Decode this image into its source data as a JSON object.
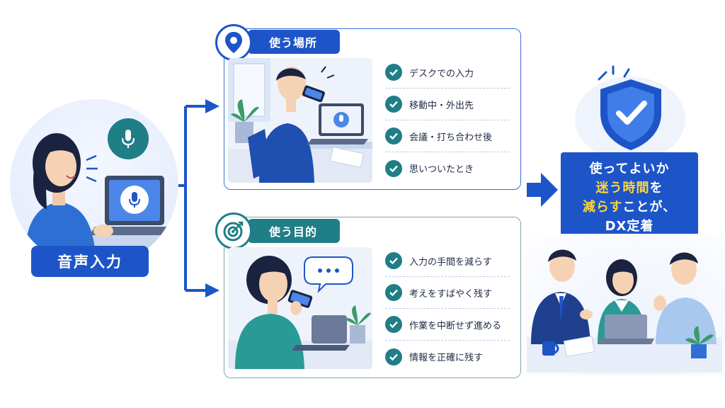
{
  "voice_input": {
    "label": "音声入力",
    "icons": [
      "microphone-bubble-icon",
      "microphone-icon"
    ]
  },
  "place_card": {
    "title": "使う場所",
    "icon": "location-pin-icon",
    "items": [
      "デスクでの入力",
      "移動中・外出先",
      "会議・打ち合わせ後",
      "思いついたとき"
    ]
  },
  "purpose_card": {
    "title": "使う目的",
    "icon": "target-icon",
    "items": [
      "入力の手間を減らす",
      "考えをすばやく残す",
      "作業を中断せず進める",
      "情報を正確に残す"
    ]
  },
  "result": {
    "line1": "使ってよいか",
    "line2": "迷う時間",
    "line2_suffix": "を",
    "line3_hl": "減らす",
    "line3_suffix": "ことが、",
    "line4": "DX定着",
    "icon": "shield-check-icon"
  },
  "colors": {
    "primary_blue": "#1d55c9",
    "teal": "#1f7e86",
    "highlight_yellow": "#ffd43b"
  }
}
